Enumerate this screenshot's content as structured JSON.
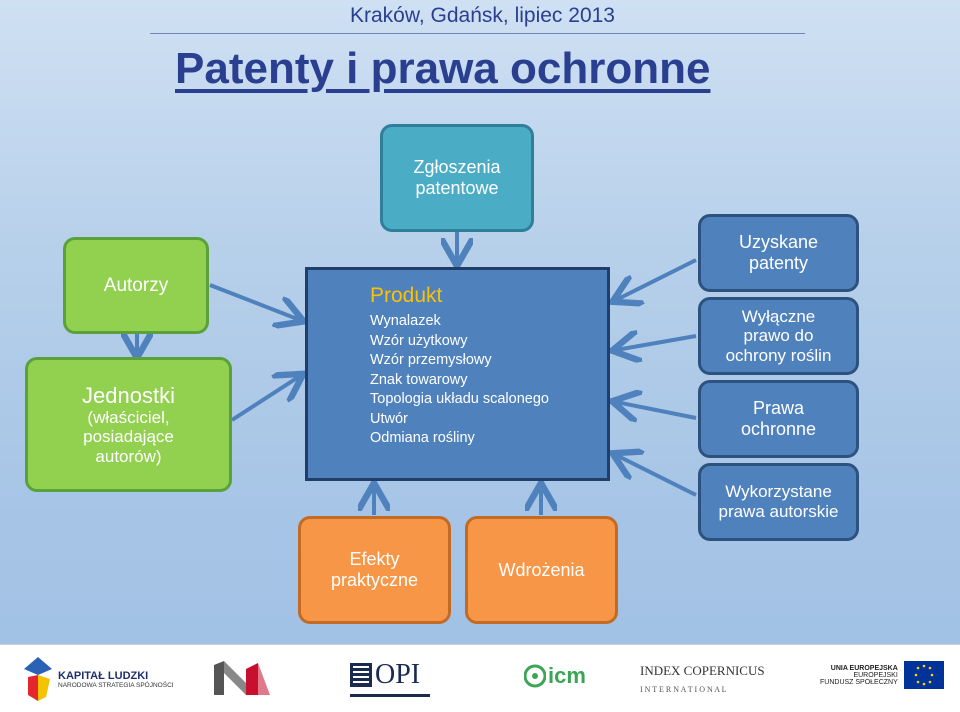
{
  "header": {
    "subtitle": "Kraków, Gdańsk, lipiec 2013",
    "title": "Patenty i prawa ochronne"
  },
  "diagram": {
    "zgloszenia": [
      "Zgłoszenia",
      "patentowe"
    ],
    "autorzy": "Autorzy",
    "jednostki": {
      "head": "Jednostki",
      "lines": [
        "(właściciel,",
        "posiadające",
        "autorów)"
      ]
    },
    "produkt": {
      "head": "Produkt",
      "items": [
        "Wynalazek",
        "Wzór użytkowy",
        "Wzór przemysłowy",
        "Znak towarowy",
        "Topologia układu scalonego",
        "Utwór",
        "Odmiana rośliny"
      ]
    },
    "right": [
      [
        "Uzyskane",
        "patenty"
      ],
      [
        "Wyłączne",
        "prawo do",
        "ochrony roślin"
      ],
      [
        "Prawa",
        "ochronne"
      ],
      [
        "Wykorzystane",
        "prawa autorskie"
      ]
    ],
    "efekty": [
      "Efekty",
      "praktyczne"
    ],
    "wdrozenia": "Wdrożenia"
  },
  "footer": {
    "kapital_title": "KAPITAŁ LUDZKI",
    "kapital_sub": "NARODOWA STRATEGIA SPÓJNOŚCI",
    "opi": "OPI",
    "icm": "icm",
    "index_title": "INDEX COPERNICUS",
    "index_sub": "I N T E R N A T I O N A L",
    "ue_title": "UNIA EUROPEJSKA",
    "ue_l1": "EUROPEJSKI",
    "ue_l2": "FUNDUSZ SPOŁECZNY"
  },
  "colors": {
    "teal": "#4bacc6",
    "green": "#92d050",
    "blue": "#4f81bd",
    "orange": "#f79646",
    "title": "#2a3f8f",
    "yellow": "#ffc000"
  }
}
